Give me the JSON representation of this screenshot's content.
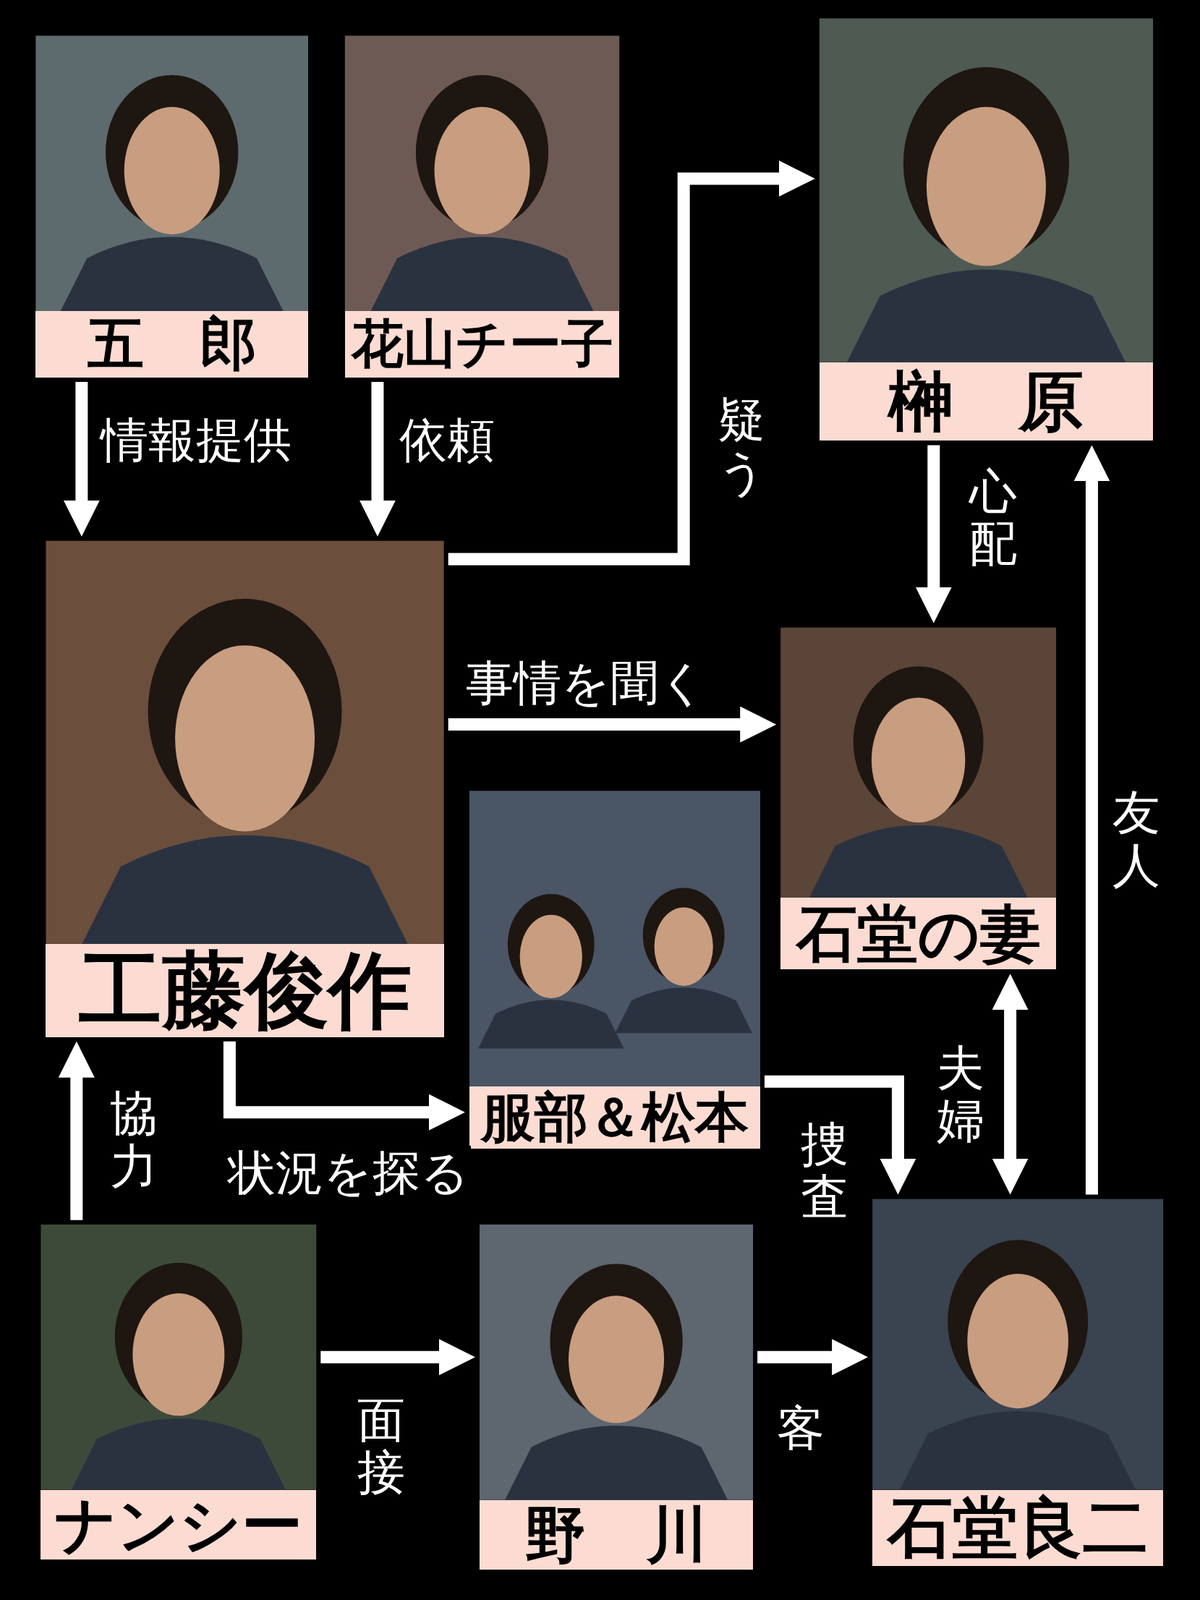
{
  "diagram": {
    "nodes": [
      {
        "text": [
          "五　郎"
        ]
      },
      {
        "text": [
          "花山チー子"
        ]
      },
      {
        "text": [
          "榊　原"
        ]
      },
      {
        "text": [
          "工藤俊作"
        ]
      },
      {
        "text": [
          "石堂の妻"
        ]
      },
      {
        "text": [
          "服部＆松本"
        ]
      },
      {
        "text": [
          "ナンシー"
        ]
      },
      {
        "text": [
          "野　川"
        ]
      },
      {
        "text": [
          "石堂良二"
        ]
      }
    ],
    "edges": [
      {
        "from": 0,
        "to": 3,
        "label": "情報提供",
        "arrow": "to"
      },
      {
        "from": 1,
        "to": 3,
        "label": "依頼",
        "arrow": "to"
      },
      {
        "from": 3,
        "to": 2,
        "label": "疑う",
        "arrow": "to"
      },
      {
        "from": 2,
        "to": 4,
        "label": "心配",
        "arrow": "to"
      },
      {
        "from": 3,
        "to": 4,
        "label": "事情を聞く",
        "arrow": "to"
      },
      {
        "from": 3,
        "to": 5,
        "label": "状況を探る",
        "arrow": "to"
      },
      {
        "from": 5,
        "to": 8,
        "label": "捜査",
        "arrow": "to"
      },
      {
        "from": 4,
        "to": 8,
        "label": "夫婦",
        "arrow": "both"
      },
      {
        "from": 8,
        "to": 2,
        "label": "友人",
        "arrow": "to"
      },
      {
        "from": 6,
        "to": 3,
        "label": "協力",
        "arrow": "to"
      },
      {
        "from": 6,
        "to": 7,
        "label": "面接",
        "arrow": "to"
      },
      {
        "from": 7,
        "to": 8,
        "label": "客",
        "arrow": "to"
      }
    ]
  }
}
